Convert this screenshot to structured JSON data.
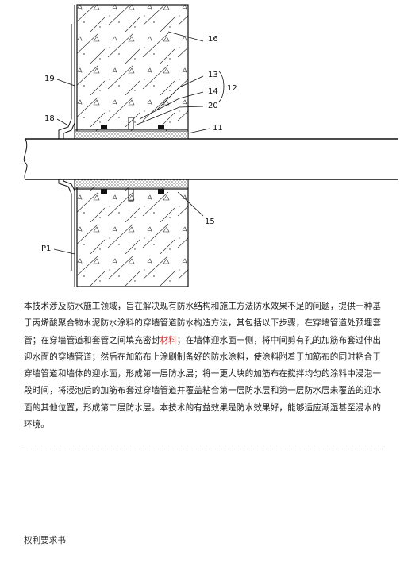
{
  "figure": {
    "labels": {
      "l16": "16",
      "l13": "13",
      "l12": "12",
      "l14": "14",
      "l20": "20",
      "l19": "19",
      "l18": "18",
      "l11": "11",
      "l15": "15",
      "lP1": "P1"
    }
  },
  "abstract": {
    "text_before": "本技术涉及防水施工领域，旨在解决现有防水结构和施工方法防水效果不足的问题，提供一种基于丙烯酸聚合物水泥防水涂料的穿墙管道防水构造方法，其包括以下步骤，在穿墙管道处预埋套管；在穿墙管道和套管之间填充密封",
    "highlight": "材料",
    "text_after": "；在墙体迎水面一侧，将中间剪有孔的加筋布套过伸出迎水面的穿墙管道；然后在加筋布上涂刷制备好的防水涂料，使涂料附着于加筋布的同时粘合于穿墙管道和墙体的迎水面，形成第一层防水层；将一更大块的加筋布在搅拌均匀的涂料中浸泡一段时间，将浸泡后的加筋布套过穿墙管道并覆盖粘合第一层防水层和第一层防水层未覆盖的迎水面的其他位置，形成第二层防水层。本技术的有益效果是防水效果好，能够适应潮湿甚至浸水的环境。"
  },
  "claims_heading": "权利要求书"
}
